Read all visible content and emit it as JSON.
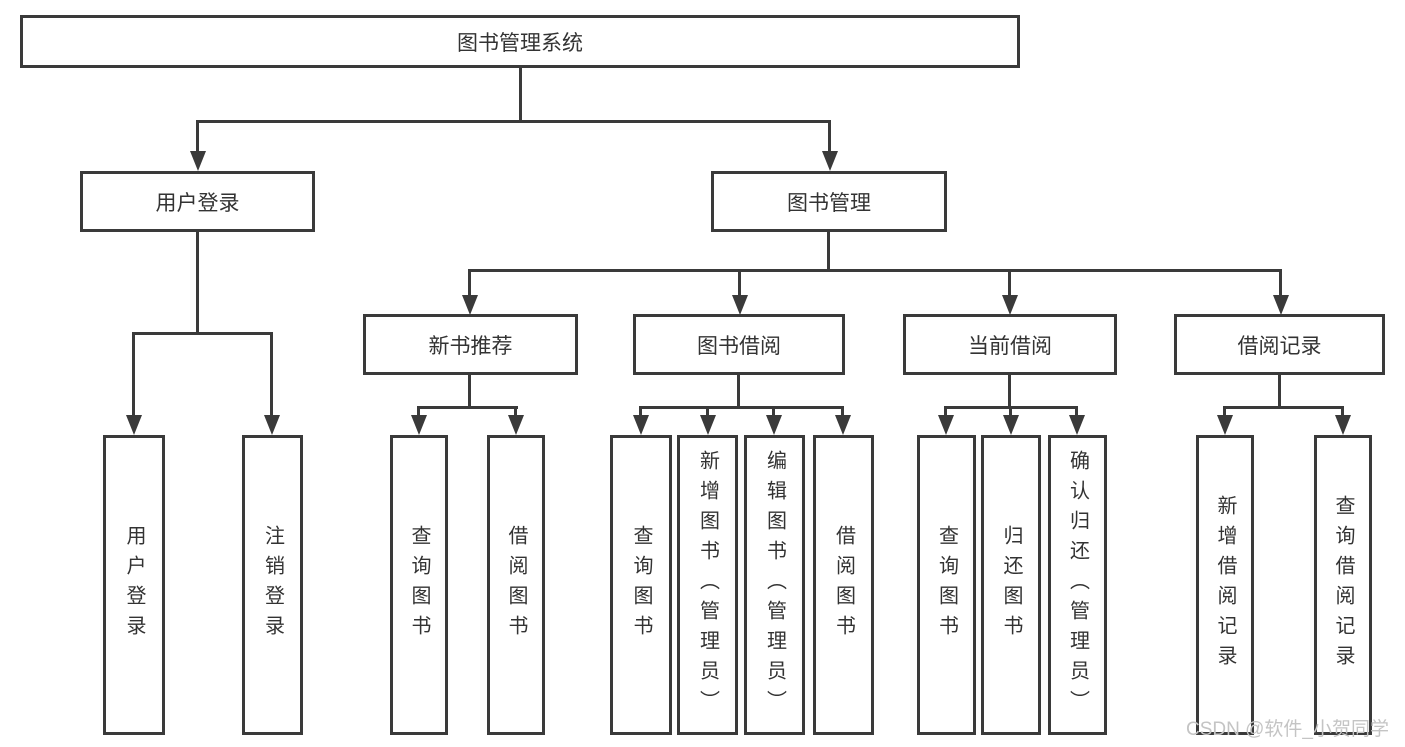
{
  "diagram_type": "hierarchy-tree",
  "colors": {
    "line": "#3a3a3a",
    "box_border": "#3a3a3a",
    "text": "#333333",
    "background": "#ffffff",
    "watermark": "#c4c4c4"
  },
  "tree": {
    "label": "图书管理系统",
    "children": [
      {
        "label": "用户登录",
        "children": [
          {
            "label": "用户登录"
          },
          {
            "label": "注销登录"
          }
        ]
      },
      {
        "label": "图书管理",
        "children": [
          {
            "label": "新书推荐",
            "children": [
              {
                "label": "查询图书"
              },
              {
                "label": "借阅图书"
              }
            ]
          },
          {
            "label": "图书借阅",
            "children": [
              {
                "label": "查询图书"
              },
              {
                "label": "新增图书（管理员）"
              },
              {
                "label": "编辑图书（管理员）"
              },
              {
                "label": "借阅图书"
              }
            ]
          },
          {
            "label": "当前借阅",
            "children": [
              {
                "label": "查询图书"
              },
              {
                "label": "归还图书"
              },
              {
                "label": "确认归还（管理员）"
              }
            ]
          },
          {
            "label": "借阅记录",
            "children": [
              {
                "label": "新增借阅记录"
              },
              {
                "label": "查询借阅记录"
              }
            ]
          }
        ]
      }
    ]
  },
  "watermark": {
    "text": "CSDN @软件_小贺同学"
  }
}
